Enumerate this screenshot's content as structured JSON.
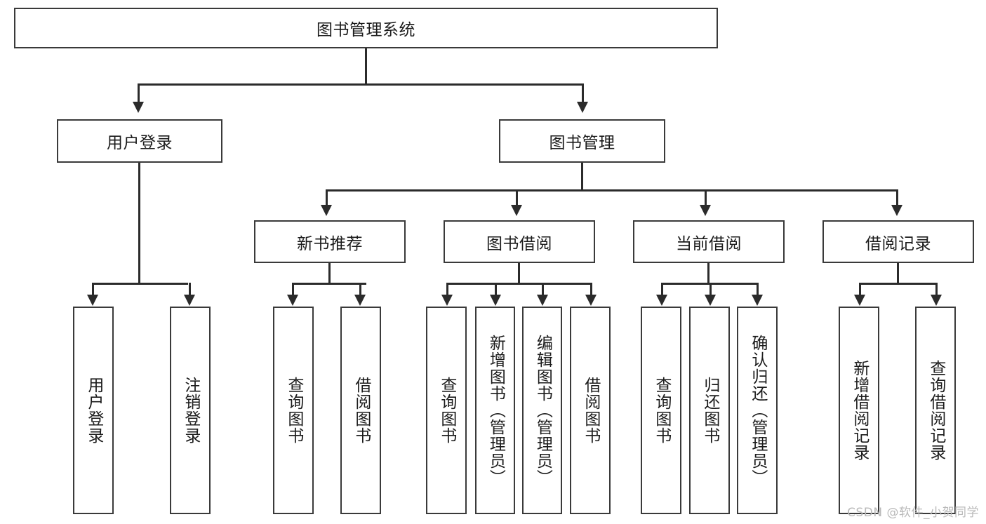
{
  "diagram": {
    "title": "图书管理系统",
    "type": "hierarchy-tree",
    "root": {
      "label": "图书管理系统"
    },
    "level2": [
      {
        "label": "用户登录"
      },
      {
        "label": "图书管理"
      }
    ],
    "level3": [
      {
        "label": "新书推荐"
      },
      {
        "label": "图书借阅"
      },
      {
        "label": "当前借阅"
      },
      {
        "label": "借阅记录"
      }
    ],
    "leaves": {
      "user_login": [
        {
          "label": "用户登录"
        },
        {
          "label": "注销登录"
        }
      ],
      "new_book_recommend": [
        {
          "label": "查询图书"
        },
        {
          "label": "借阅图书"
        }
      ],
      "book_borrow": [
        {
          "label": "查询图书"
        },
        {
          "label": "新增图书（管理员）"
        },
        {
          "label": "编辑图书（管理员）"
        },
        {
          "label": "借阅图书"
        }
      ],
      "current_borrow": [
        {
          "label": "查询图书"
        },
        {
          "label": "归还图书"
        },
        {
          "label": "确认归还（管理员）"
        }
      ],
      "borrow_record": [
        {
          "label": "新增借阅记录"
        },
        {
          "label": "查询借阅记录"
        }
      ]
    }
  },
  "watermark": {
    "text": "CSDN @软件_小贺同学"
  },
  "colors": {
    "box_border": "#3a3a3a",
    "connector": "#2b2b2b",
    "text": "#1b1b1b",
    "watermark": "#b9b9b9",
    "background": "#ffffff"
  }
}
